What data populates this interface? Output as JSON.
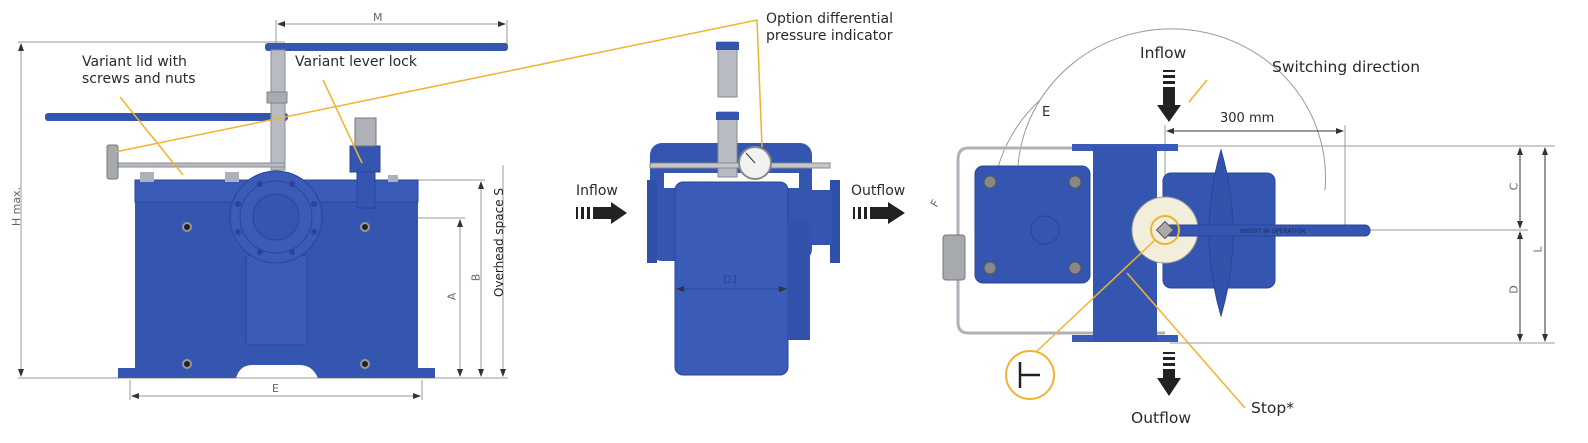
{
  "colors": {
    "body": "#3556b0",
    "body_dark": "#2a449a",
    "steel": "#b8bcc2",
    "leader": "#f0b230",
    "dim": "#888888"
  },
  "side_view": {
    "label_lid_line1": "Variant lid with",
    "label_lid_line2": "screws and nuts",
    "label_lever_lock": "Variant lever lock",
    "dim_m": "M",
    "dim_hmax": "H max.",
    "dim_a": "A",
    "dim_b": "B",
    "dim_overhead": "Overhead space S",
    "dim_e": "E"
  },
  "front_view": {
    "label_option_line1": "Option differential",
    "label_option_line2": "pressure indicator",
    "inflow": "Inflow",
    "outflow": "Outflow",
    "dim_d1": "D1"
  },
  "top_view": {
    "inflow": "Inflow",
    "outflow": "Outflow",
    "switching_direction": "Switching direction",
    "dim_300": "300 mm",
    "arc_e": "E",
    "arc_f": "F",
    "dim_c": "C",
    "dim_d": "D",
    "dim_l": "L",
    "stop": "Stop*",
    "lever_text": "INSERT IN OPERATION"
  }
}
